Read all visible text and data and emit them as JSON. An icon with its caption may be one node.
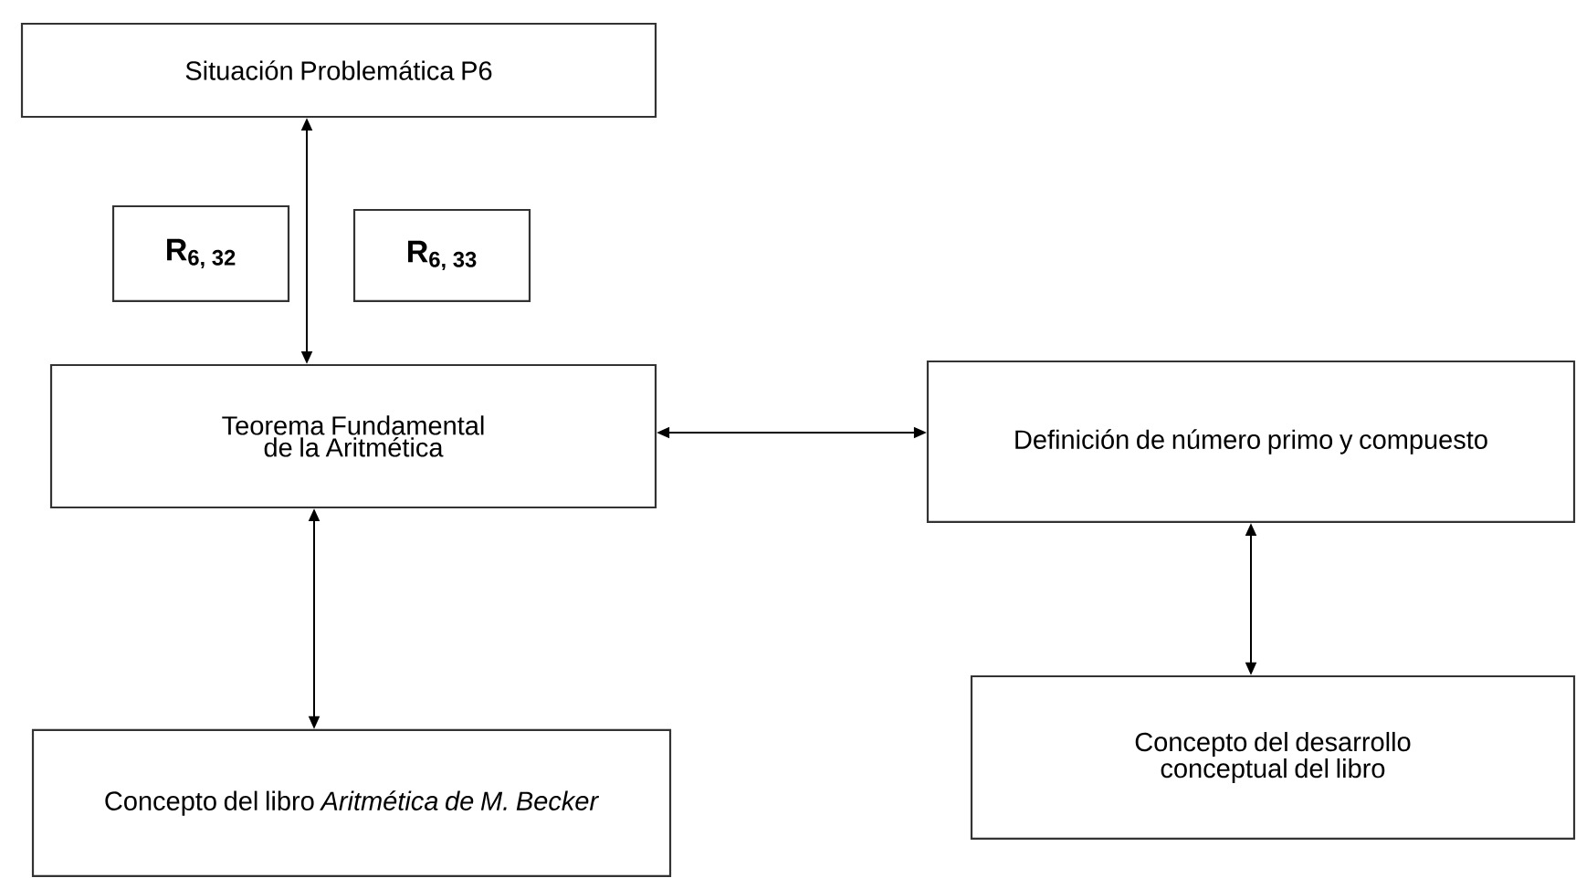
{
  "diagram": {
    "nodes": [
      {
        "text": [
          "Situación Problemática P6"
        ]
      },
      {
        "text": [
          "R$_{6, 32}$"
        ]
      },
      {
        "text": [
          "R$_{6, 33}$"
        ]
      },
      {
        "text": [
          "Teorema Fundamental de la Aritmética"
        ]
      },
      {
        "text": [
          "Definición de número primo y compuesto"
        ]
      },
      {
        "text": [
          "Concepto del libro *Aritmética de M. Becker*"
        ]
      },
      {
        "text": [
          "Concepto del desarrollo conceptual del libro"
        ]
      }
    ],
    "edges": [
      {
        "from": 0,
        "to": 3,
        "arrow": "both"
      },
      {
        "from": 3,
        "to": 4,
        "arrow": "both"
      },
      {
        "from": 3,
        "to": 5,
        "arrow": "both"
      },
      {
        "from": 4,
        "to": 6,
        "arrow": "both"
      }
    ]
  }
}
